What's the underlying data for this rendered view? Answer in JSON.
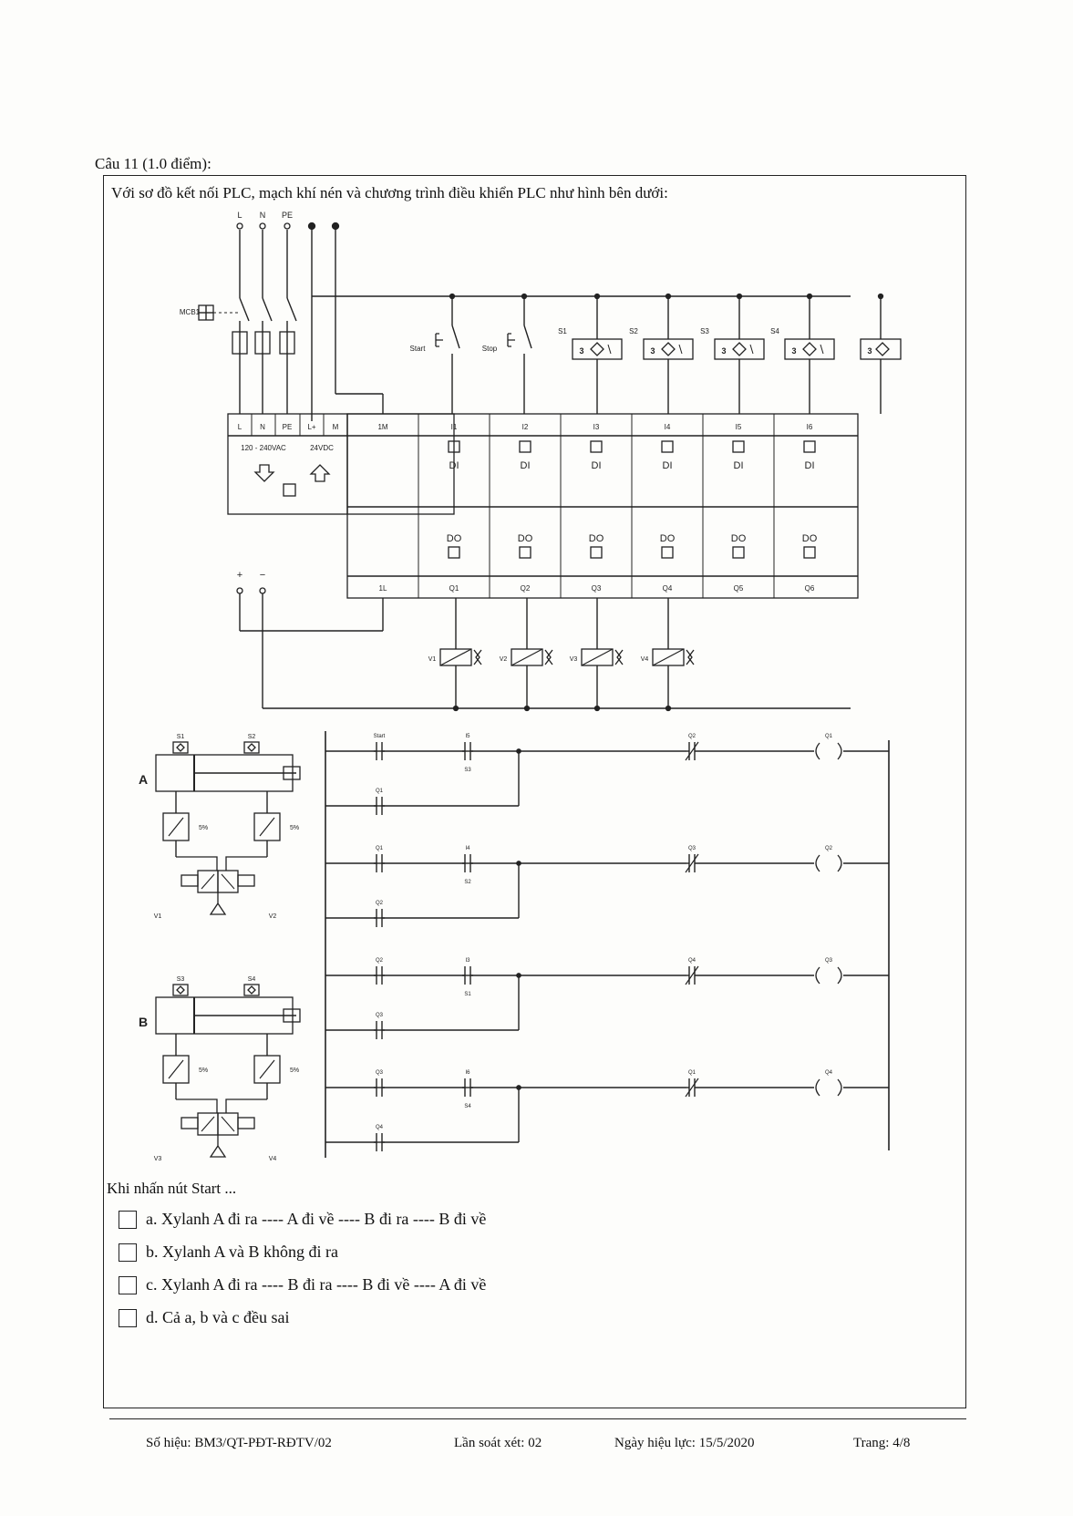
{
  "question": {
    "title": "Câu 11 (1.0 điểm):",
    "intro": "Với sơ đồ kết nối PLC, mạch khí nén và chương trình điều khiển PLC như hình bên dưới:",
    "prompt": "Khi nhấn nút Start ...",
    "options": [
      "a. Xylanh A đi ra ---- A đi về ---- B đi ra ---- B đi về",
      "b. Xylanh A và B không đi ra",
      "c. Xylanh A đi ra ---- B đi ra ---- B đi về ---- A đi về",
      "d. Cả a, b và c đều sai"
    ]
  },
  "wiring": {
    "supply_labels": [
      "L",
      "N",
      "PE"
    ],
    "mcb_label": "MCB1",
    "power_terminals": [
      "L",
      "N",
      "PE",
      "L+",
      "M"
    ],
    "power_ratings": [
      "120 - 240VAC",
      "24VDC"
    ],
    "input_common": "1M",
    "inputs": [
      "I1",
      "I2",
      "I3",
      "I4",
      "I5",
      "I6"
    ],
    "input_type": "DI",
    "output_common": "1L",
    "outputs": [
      "Q1",
      "Q2",
      "Q3",
      "Q4",
      "Q5",
      "Q6"
    ],
    "output_type": "DO",
    "buttons": [
      "Start",
      "Stop"
    ],
    "sensors": [
      "S1",
      "S2",
      "S3",
      "S4"
    ],
    "valves": [
      "V1",
      "V2",
      "V3",
      "V4"
    ],
    "dc_supply": [
      "+",
      "−"
    ]
  },
  "pneumatic": {
    "cylinders": [
      {
        "name": "A",
        "sensors": [
          "S1",
          "S2"
        ],
        "valves": [
          "V1",
          "V2"
        ],
        "throttle": [
          "5%",
          "5%"
        ]
      },
      {
        "name": "B",
        "sensors": [
          "S3",
          "S4"
        ],
        "valves": [
          "V3",
          "V4"
        ],
        "throttle": [
          "5%",
          "5%"
        ]
      }
    ]
  },
  "ladder": {
    "rungs": [
      {
        "c1": "Start",
        "c2": "I5",
        "c2_sub": "S3",
        "latch": "Q1",
        "nc": "Q2",
        "coil": "Q1"
      },
      {
        "c1": "Q1",
        "c2": "I4",
        "c2_sub": "S2",
        "latch": "Q2",
        "nc": "Q3",
        "coil": "Q2"
      },
      {
        "c1": "Q2",
        "c2": "I3",
        "c2_sub": "S1",
        "latch": "Q3",
        "nc": "Q4",
        "coil": "Q3"
      },
      {
        "c1": "Q3",
        "c2": "I6",
        "c2_sub": "S4",
        "latch": "Q4",
        "nc": "Q1",
        "coil": "Q4"
      }
    ]
  },
  "footer": {
    "doc_code": "Số hiệu: BM3/QT-PĐT-RĐTV/02",
    "revision": "Lần soát xét: 02",
    "effective": "Ngày hiệu lực: 15/5/2020",
    "page": "Trang: 4/8"
  }
}
